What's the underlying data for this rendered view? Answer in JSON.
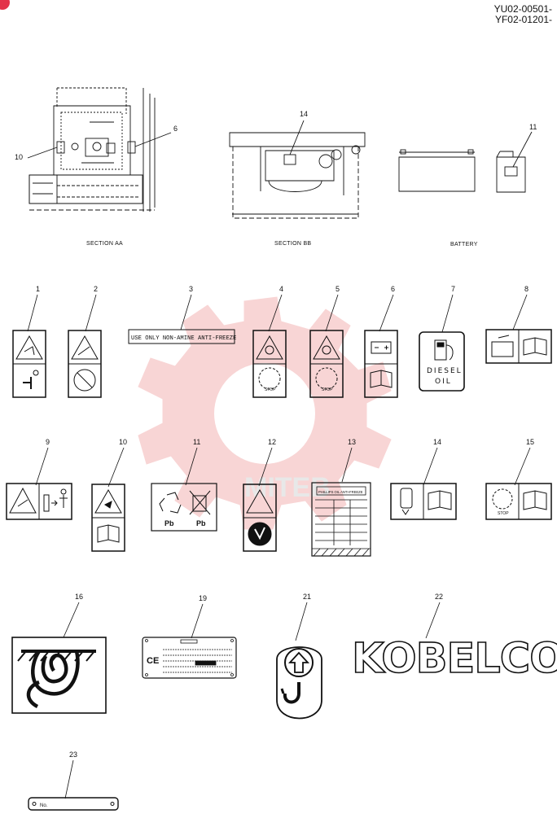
{
  "header": {
    "serial_numbers": [
      "YU02-00501-",
      "YF02-01201-"
    ]
  },
  "sections": {
    "aa": "SECTION AA",
    "bb": "SECTION BB",
    "battery": "BATTERY"
  },
  "callouts": {
    "top": [
      "10",
      "6",
      "14",
      "11"
    ],
    "row1": [
      "1",
      "2",
      "3",
      "4",
      "5",
      "6",
      "7",
      "8"
    ],
    "row2": [
      "9",
      "10",
      "11",
      "12",
      "13",
      "14",
      "15"
    ],
    "row3": [
      "16",
      "19",
      "21",
      "22"
    ],
    "row4": [
      "23"
    ]
  },
  "labels": {
    "antifreeze": "USE ONLY NON-AMINE ANTI-FREEZE",
    "diesel_line1": "DIESEL",
    "diesel_line2": "OIL",
    "pb": "Pb",
    "stop": "STOP",
    "plate13_title": "PHILLIPS OIL ANTI-FREEZE",
    "ce_mark": "CE",
    "plate23_text": "No.",
    "brand": "KOBELCO",
    "watermark": "MITEB"
  },
  "colors": {
    "line": "#111111",
    "watermark": "#f4b4b4",
    "badge": "#e3344a"
  }
}
